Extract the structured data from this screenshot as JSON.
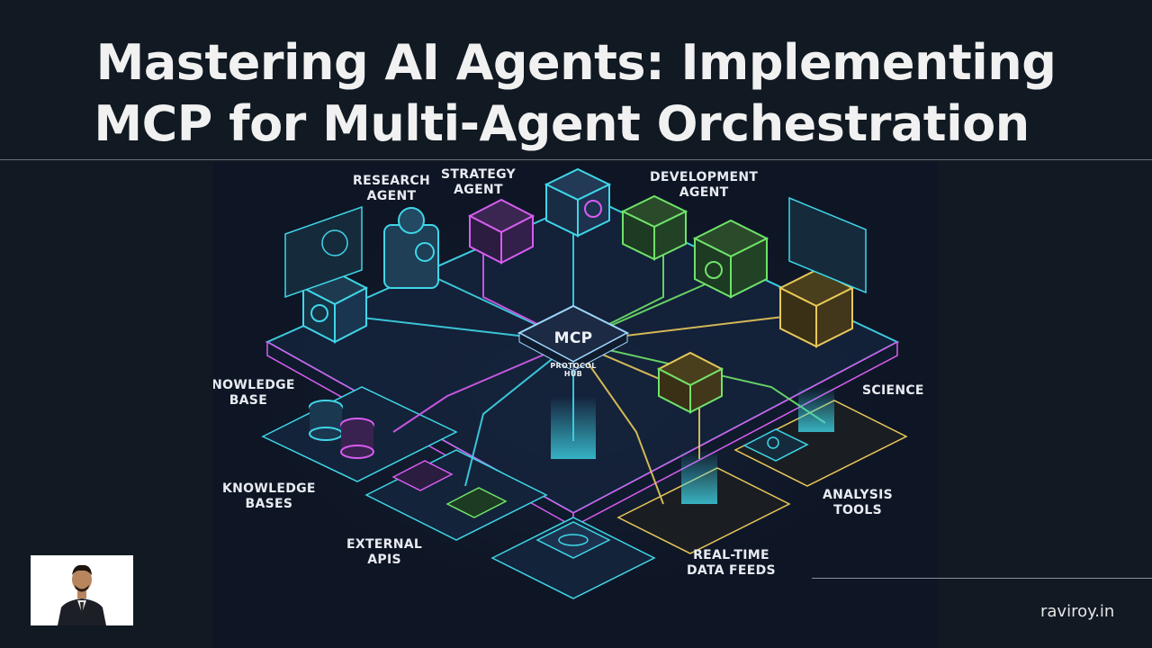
{
  "title": {
    "line1": "Mastering AI Agents: Implementing",
    "line2": "MCP for Multi-Agent Orchestration"
  },
  "illustration": {
    "hub": {
      "main": "MCP",
      "sub": "PROTOCOL\nHUB"
    },
    "labels": {
      "research_agent": "RESEARCH\nAGENT",
      "strategy_agent": "STRATEGY\nAGENT",
      "development_agent": "DEVELOPMENT\nAGENT",
      "knowledge_base": "KNOWLEDGE\nBASE",
      "science": "SCIENCE",
      "knowledge_bases": "KNOWLEDGE\nBASES",
      "analysis_tools": "ANALYSIS\nTOOLS",
      "external_apis": "EXTERNAL\nAPIS",
      "real_time_data_feeds": "REAL-TIME\nDATA FEEDS"
    },
    "colors": {
      "cyan": "#3fd6e8",
      "magenta": "#d85cf0",
      "green": "#6fe36a",
      "yellow": "#e8c85a",
      "teal": "#2fb8a8"
    }
  },
  "footer": {
    "site": "raviroy.in"
  },
  "avatar": {
    "icon": "author-photo"
  }
}
